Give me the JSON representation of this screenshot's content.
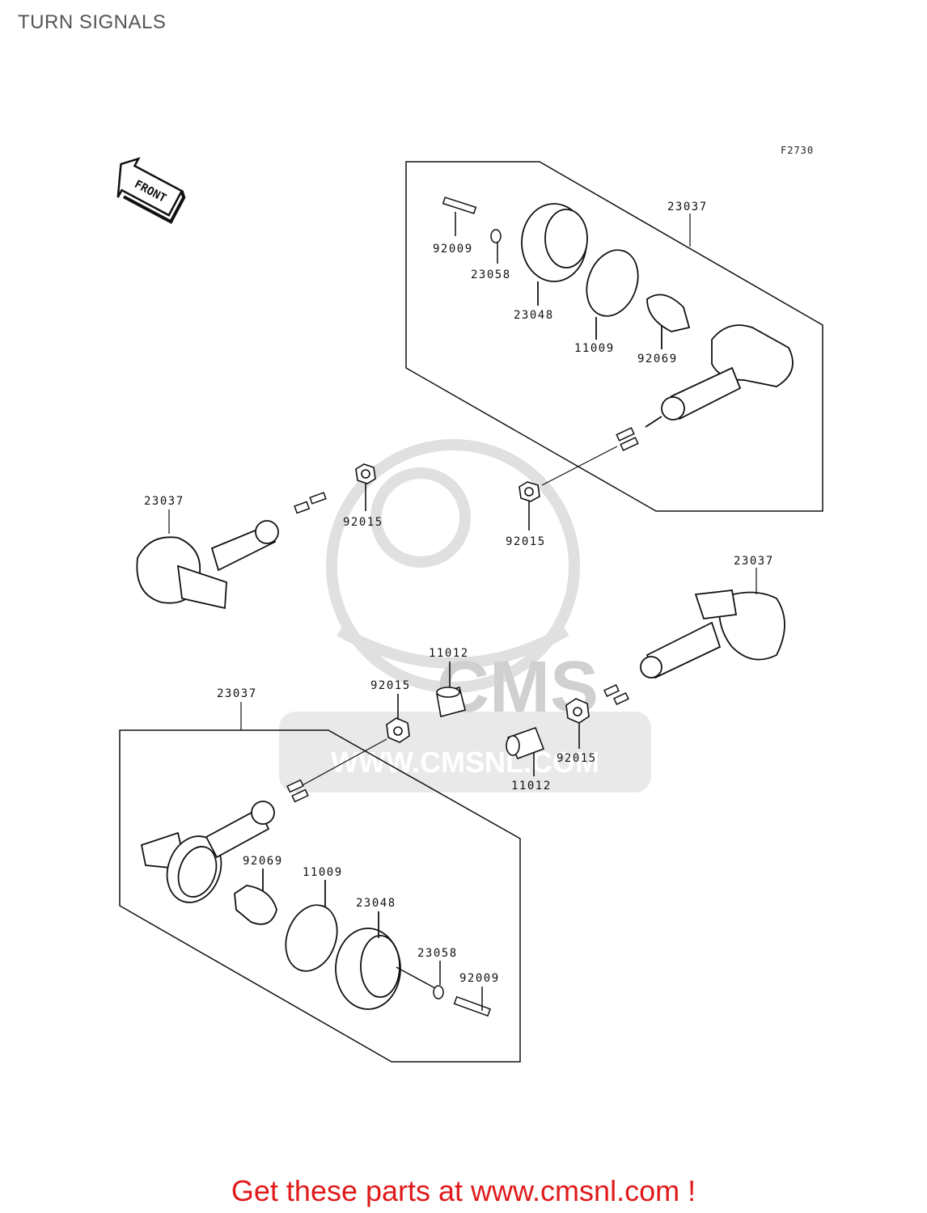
{
  "title": "TURN SIGNALS",
  "figure_code": "F2730",
  "front_label": "FRONT",
  "watermark": {
    "brand": "CMS",
    "url": "WWW.CMSNL.COM"
  },
  "parts": {
    "upper_box_23037": "23037",
    "upper_92009": "92009",
    "upper_23058": "23058",
    "upper_23048": "23048",
    "upper_11009": "11009",
    "upper_92069": "92069",
    "left_23037": "23037",
    "left_92015": "92015",
    "center_92015": "92015",
    "right_23037": "23037",
    "mid_11012": "11012",
    "mid_92015": "92015",
    "right_92015": "92015",
    "right_11012": "11012",
    "lower_box_23037": "23037",
    "lower_92069": "92069",
    "lower_11009": "11009",
    "lower_23048": "23048",
    "lower_23058": "23058",
    "lower_92009": "92009"
  },
  "footer": "Get these parts at www.cmsnl.com !",
  "colors": {
    "footer": "#e01a1a",
    "title": "#555555",
    "watermark": "#cfcfcf"
  }
}
